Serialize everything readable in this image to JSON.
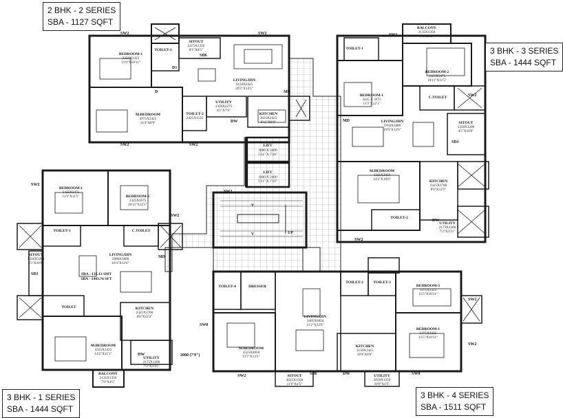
{
  "series_tags": [
    {
      "id": "tl",
      "line1": "2 BHK - 2 SERIES",
      "line2": "SBA - 1127 SQFT"
    },
    {
      "id": "tr",
      "line1": "3 BHK - 3 SERIES",
      "line2": "SBA - 1444 SQFT"
    },
    {
      "id": "bl",
      "line1": "3 BHK - 1 SERIES",
      "line2": "SBA - 1444 SQFT"
    },
    {
      "id": "br",
      "line1": "3 BHK - 4 SERIES",
      "line2": "SBA - 1511 SQFT"
    }
  ],
  "rooms": {
    "bedroom1_tl": {
      "name": "BEDROOM-1",
      "dims": "3350X3325",
      "imp": "11'0\"X10'11\""
    },
    "mbed_tl": {
      "name": "M.BEDROOM",
      "dims": "4975X2425",
      "imp": "16'4\"X8'0\""
    },
    "sitout_tl": {
      "name": "SITOUT",
      "dims": "2475X1350",
      "imp": "8'1\"X4'5\""
    },
    "toilet1_tl": {
      "name": "TOILET-1",
      "dims": "",
      "imp": ""
    },
    "toilet2_tl": {
      "name": "TOILET-2",
      "dims": "2425X1525",
      "imp": ""
    },
    "living_tl": {
      "name": "LIVING/DIN",
      "dims": "6150X4325",
      "imp": "20'2\"X14'2\""
    },
    "utility_tl": {
      "name": "UTILITY",
      "dims": "1350X2275",
      "imp": "4'5\"X7'6\""
    },
    "kitchen_tl": {
      "name": "KITCHEN",
      "dims": "3025X2425",
      "imp": "9'11\"X8'0\""
    },
    "lift1": {
      "name": "LIFT",
      "dims": "1800 X 2400",
      "imp": "5'11\" X 7'10\""
    },
    "lift2": {
      "name": "LIFT",
      "dims": "1800 X 2400",
      "imp": "5'11\" X 7'10\""
    },
    "balcony_tr": {
      "name": "BALCONY",
      "dims": "2135X1350",
      "imp": "7'0\"X4'5\""
    },
    "toilet1_tr": {
      "name": "TOILET-1",
      "dims": "",
      "imp": ""
    },
    "bedroom2_tr": {
      "name": "BEDROOM-2",
      "dims": "3325X3475",
      "imp": "10'11\"X11'5\""
    },
    "bedroom1_tr": {
      "name": "BEDROOM-1",
      "dims": "3425 X 3675",
      "imp": "11'3\"X12'1\""
    },
    "toilet2_tr": {
      "name": "C.TOILET",
      "dims": "",
      "imp": ""
    },
    "living_tr": {
      "name": "LIVING/DIN",
      "dims": "5950X3800",
      "imp": "19'6\"X12'6\""
    },
    "sitout_tr": {
      "name": "SITOUT",
      "dims": "1350X3200",
      "imp": "4'5\"X10'6\""
    },
    "mbed_tr": {
      "name": "M.BEDROOM",
      "dims": "4325X3050",
      "imp": "14'2\"X10'0\""
    },
    "kitchen_tr": {
      "name": "KITCHEN",
      "dims": "2425X3700",
      "imp": "8'0\"X12'2\""
    },
    "toilet3_tr": {
      "name": "TOILET-2",
      "dims": "",
      "imp": ""
    },
    "utility_tr": {
      "name": "UTILITY",
      "dims": "2175X1200",
      "imp": "7'2\"X3'11\""
    },
    "bedroom1_bl": {
      "name": "BEDROOM-1",
      "dims": "3425X3475",
      "imp": "11'3\"X11'5\""
    },
    "bedroom2_bl": {
      "name": "BEDROOM-2",
      "dims": "3325X3675",
      "imp": "10'11\"X12'1\""
    },
    "toilet1_bl": {
      "name": "TOILET-1",
      "dims": "",
      "imp": ""
    },
    "ctoilet_bl": {
      "name": "C.TOILET",
      "dims": "",
      "imp": ""
    },
    "sitout_bl": {
      "name": "SITOUT",
      "dims": "1350X3200",
      "imp": "4'5\"X10'6\""
    },
    "living_bl": {
      "name": "LIVING/DIN",
      "dims": "5900X3800",
      "imp": "19'4\"X12'6\""
    },
    "sba_bl": {
      "name": "SBA - 135.13 SMT",
      "dims": "SBA - 1443.76 SFT",
      "imp": ""
    },
    "toilet_bl": {
      "name": "TOILET",
      "dims": "",
      "imp": ""
    },
    "kitchen_bl": {
      "name": "KITCHEN",
      "dims": "2425X3700",
      "imp": "8'0\"X12'2\""
    },
    "mbed_bl": {
      "name": "M.BEDROOM",
      "dims": "4325X3425",
      "imp": "14'2\"X11'3\""
    },
    "utility_bl": {
      "name": "UTILITY",
      "dims": "2175X1200",
      "imp": "7'2\"X3'11\""
    },
    "balcony_bl": {
      "name": "BALCONY",
      "dims": "2135X1350",
      "imp": "7'0\"X4'5\""
    },
    "toilet4_br": {
      "name": "TOILET-4",
      "dims": "",
      "imp": ""
    },
    "dresser_br": {
      "name": "DRESSER",
      "dims": "",
      "imp": ""
    },
    "mbed_br": {
      "name": "M.BEDROOM",
      "dims": "3525X4050",
      "imp": "11'7\"X13'3\""
    },
    "living_br": {
      "name": "LIVING/DIN",
      "dims": "3405X6850",
      "imp": "11'2\"X22'6\""
    },
    "sitout_br": {
      "name": "SITOUT",
      "dims": "3025X1350",
      "imp": "11'6\"X4'5\""
    },
    "kitchen_br": {
      "name": "KITCHEN",
      "dims": "3150X2425",
      "imp": "10'4\"X8'0\""
    },
    "toilet2_br": {
      "name": "TOILET-2",
      "dims": "",
      "imp": ""
    },
    "toilet3_br": {
      "name": "TOILET-3",
      "dims": "",
      "imp": ""
    },
    "bedroom3_br": {
      "name": "BEDROOM-3",
      "dims": "3475X3325",
      "imp": "11'5\"X10'11\""
    },
    "bedroom1_br": {
      "name": "BEDROOM-1",
      "dims": "3475X3325",
      "imp": "11'5\"X10'11\""
    },
    "utility_br": {
      "name": "UTILITY",
      "dims": "3050X1350",
      "imp": "10'0\"X4'5\""
    }
  },
  "marks": {
    "sw2": "SW2",
    "sw1": "SW1",
    "sw0": "SW0",
    "sd1": "SD1",
    "sd6": "SD6",
    "d": "D",
    "d1": "D1",
    "md": "MD",
    "dw": "DW",
    "up": "UP",
    "arrow": "V",
    "corr": "2000 (7'9\")"
  },
  "colors": {
    "line": "#1a1a1a",
    "wall": "#2b2b2b",
    "grid": "#9a9a9a",
    "paper": "#ffffff"
  }
}
